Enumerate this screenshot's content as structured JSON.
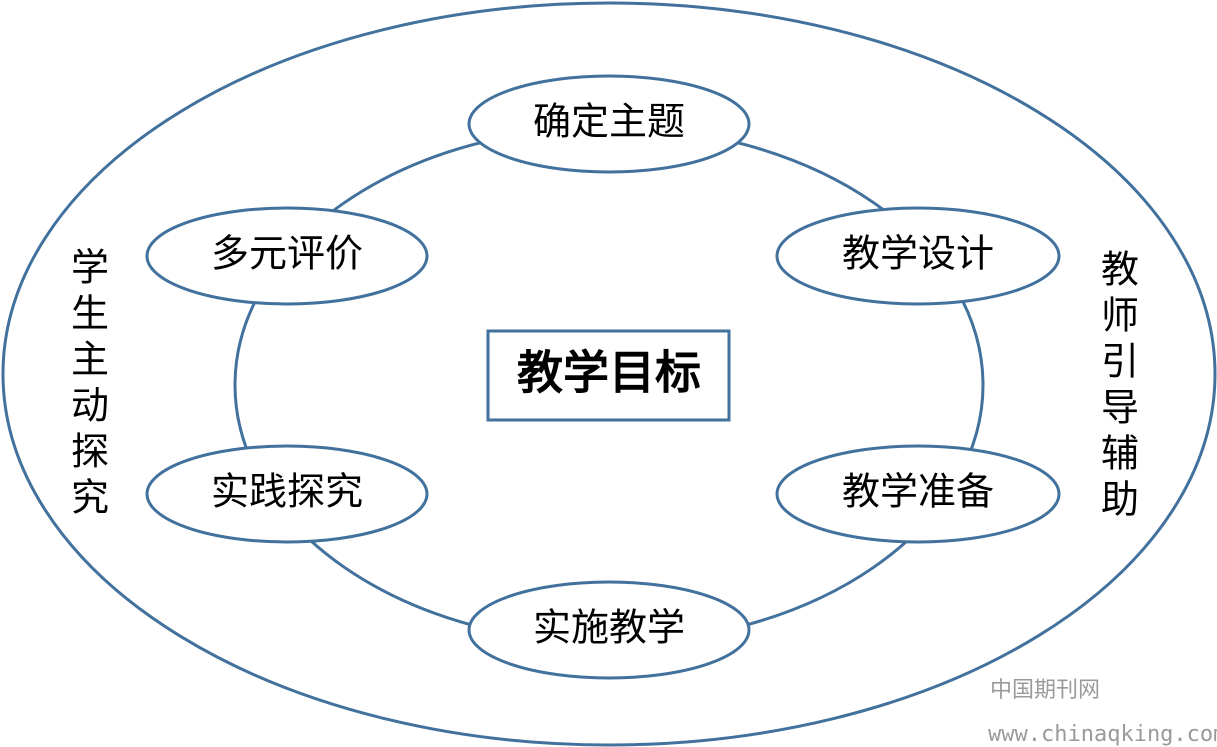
{
  "diagram": {
    "center": "教学目标",
    "cycle": [
      {
        "id": "confirm-topic",
        "label": "确定主题"
      },
      {
        "id": "teaching-design",
        "label": "教学设计"
      },
      {
        "id": "teaching-prep",
        "label": "教学准备"
      },
      {
        "id": "implement-teaching",
        "label": "实施教学"
      },
      {
        "id": "practice-inquiry",
        "label": "实践探究"
      },
      {
        "id": "multi-evaluation",
        "label": "多元评价"
      }
    ],
    "left_side": "学生主动探究",
    "right_side": "教师引导辅助"
  },
  "watermark": {
    "name": "中国期刊网",
    "url": "www.chinaqking.com"
  },
  "colors": {
    "stroke": "#41719c",
    "fill": "#ffffff",
    "text": "#000000"
  }
}
